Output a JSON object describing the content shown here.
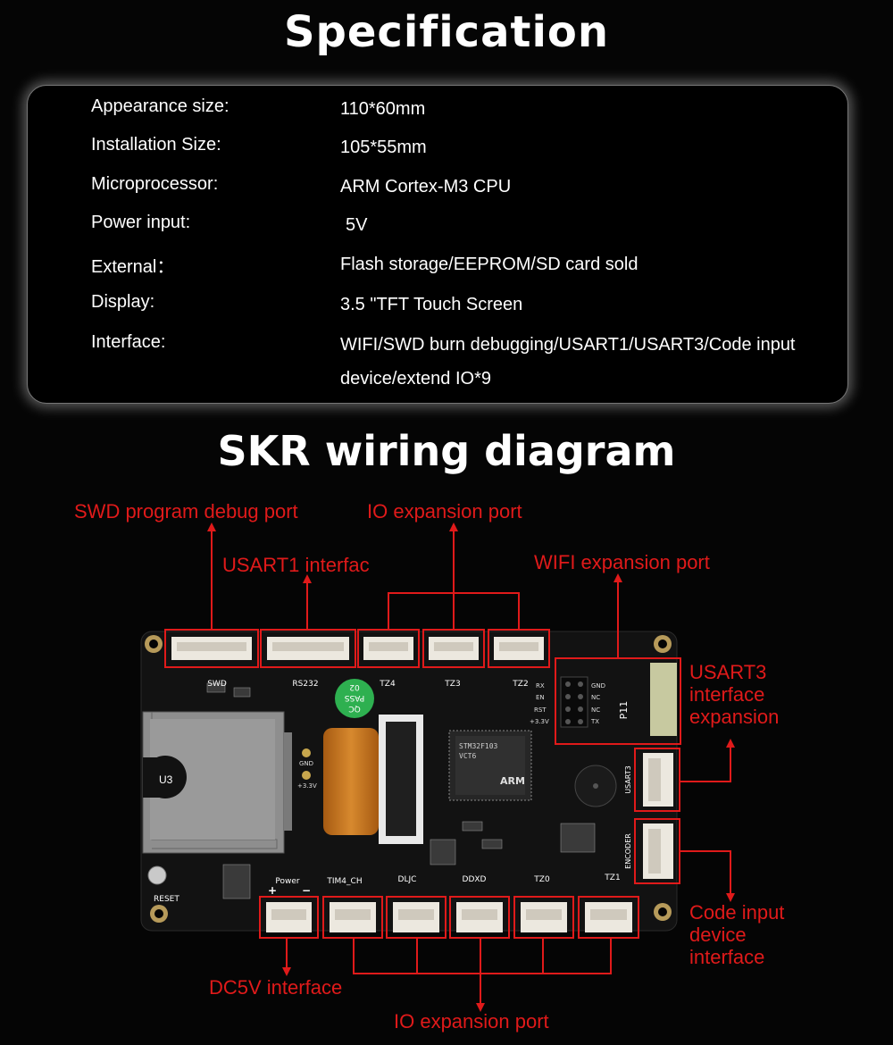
{
  "spec": {
    "title": "Specification",
    "rows": [
      {
        "label": "Appearance size:",
        "value": "110*60mm"
      },
      {
        "label": "Installation Size:",
        "value": "105*55mm"
      },
      {
        "label": "Microprocessor:",
        "value": "ARM Cortex-M3 CPU"
      },
      {
        "label": "Power input:",
        "value": "5V"
      },
      {
        "label": "External：",
        "value": "Flash storage/EEPROM/SD card sold"
      },
      {
        "label": "Display:",
        "value": "3.5 \"TFT Touch Screen"
      },
      {
        "label": "Interface:",
        "value": "WIFI/SWD burn debugging/USART1/USART3/Code input device/extend IO*9"
      }
    ]
  },
  "wiring": {
    "title": "SKR wiring diagram",
    "callouts": {
      "swd": "SWD program debug port",
      "io_top": "IO expansion port",
      "usart1": "USART1 interfac",
      "wifi": "WIFI expansion port",
      "usart3": "USART3 interface expansion",
      "code_input": "Code input device interface",
      "dc5v": "DC5V interface",
      "io_bottom": "IO expansion port"
    },
    "board_labels": {
      "swd": "SWD",
      "rs232": "RS232",
      "tz4": "TZ4",
      "tz3": "TZ3",
      "tz2": "TZ2",
      "p11": "P11",
      "usart3": "USART3",
      "encoder": "ENCODER",
      "power": "Power",
      "tim4": "TIM4_CH",
      "dljc": "DLJC",
      "ddxd": "DDXD",
      "tz0": "TZ0",
      "tz1": "TZ1",
      "u3": "U3",
      "reset": "RESET",
      "chip_line1": "STM32F103",
      "chip_line2": "VCT6",
      "chip_brand": "ARM",
      "qc_line1": "QC",
      "qc_line2": "PASS",
      "qc_line3": "02",
      "wifi_rx": "RX",
      "wifi_en": "EN",
      "wifi_rst": "RST",
      "wifi_33": "+3.3V",
      "wifi_gnd": "GND",
      "wifi_nc1": "NC",
      "wifi_nc2": "NC",
      "wifi_tx": "TX",
      "gnd": "GND",
      "v33": "+3.3V",
      "plus": "+",
      "minus": "−"
    }
  },
  "colors": {
    "accent": "#e01a1a",
    "board": "#121212",
    "connector": "#ece8df",
    "ribbon": "#c8741e"
  }
}
